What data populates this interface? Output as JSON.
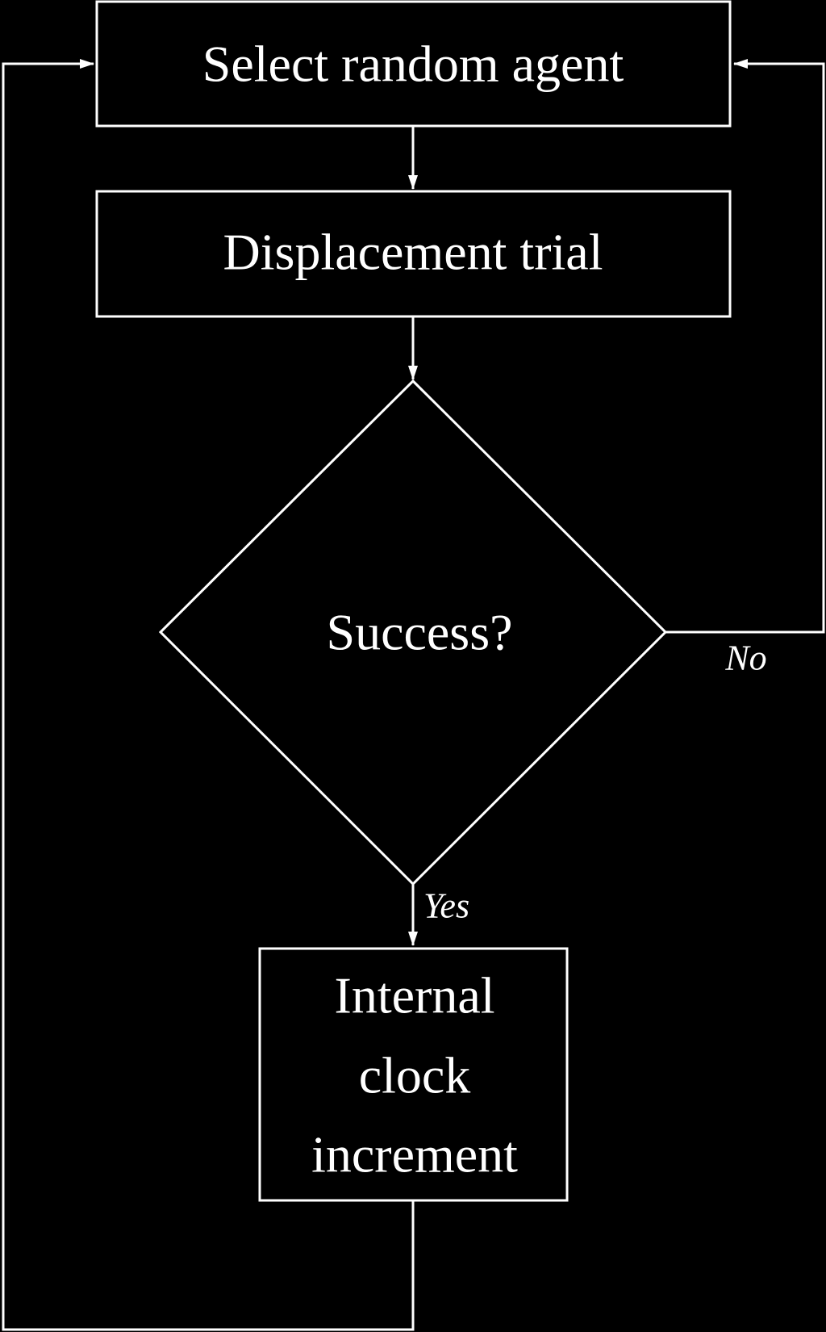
{
  "colors": {
    "background": "#000000",
    "foreground": "#ffffff"
  },
  "nodes": {
    "select_agent": "Select random agent",
    "displacement": "Displacement trial",
    "decision": "Success?",
    "clock_line1": "Internal",
    "clock_line2": "clock",
    "clock_line3": "increment"
  },
  "edges": {
    "yes_label": "Yes",
    "no_label": "No"
  }
}
